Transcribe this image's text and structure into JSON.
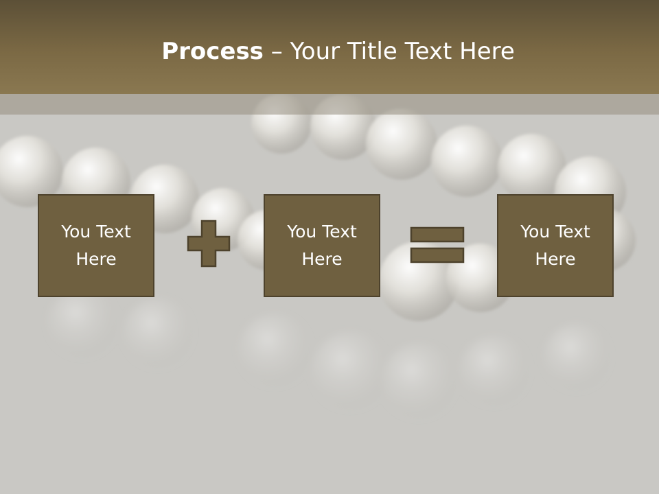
{
  "slide": {
    "title_bold": "Process",
    "title_rest": " – Your Title Text Here",
    "boxes": [
      {
        "line1": "You Text",
        "line2": "Here"
      },
      {
        "line1": "You Text",
        "line2": "Here"
      },
      {
        "line1": "You Text",
        "line2": "Here"
      }
    ],
    "operators": [
      "plus-icon",
      "equals-icon"
    ]
  },
  "colors": {
    "header": "#7b6944",
    "box_fill": "#6f6040",
    "box_border": "#4d422c",
    "background": "#c9c8c4"
  }
}
